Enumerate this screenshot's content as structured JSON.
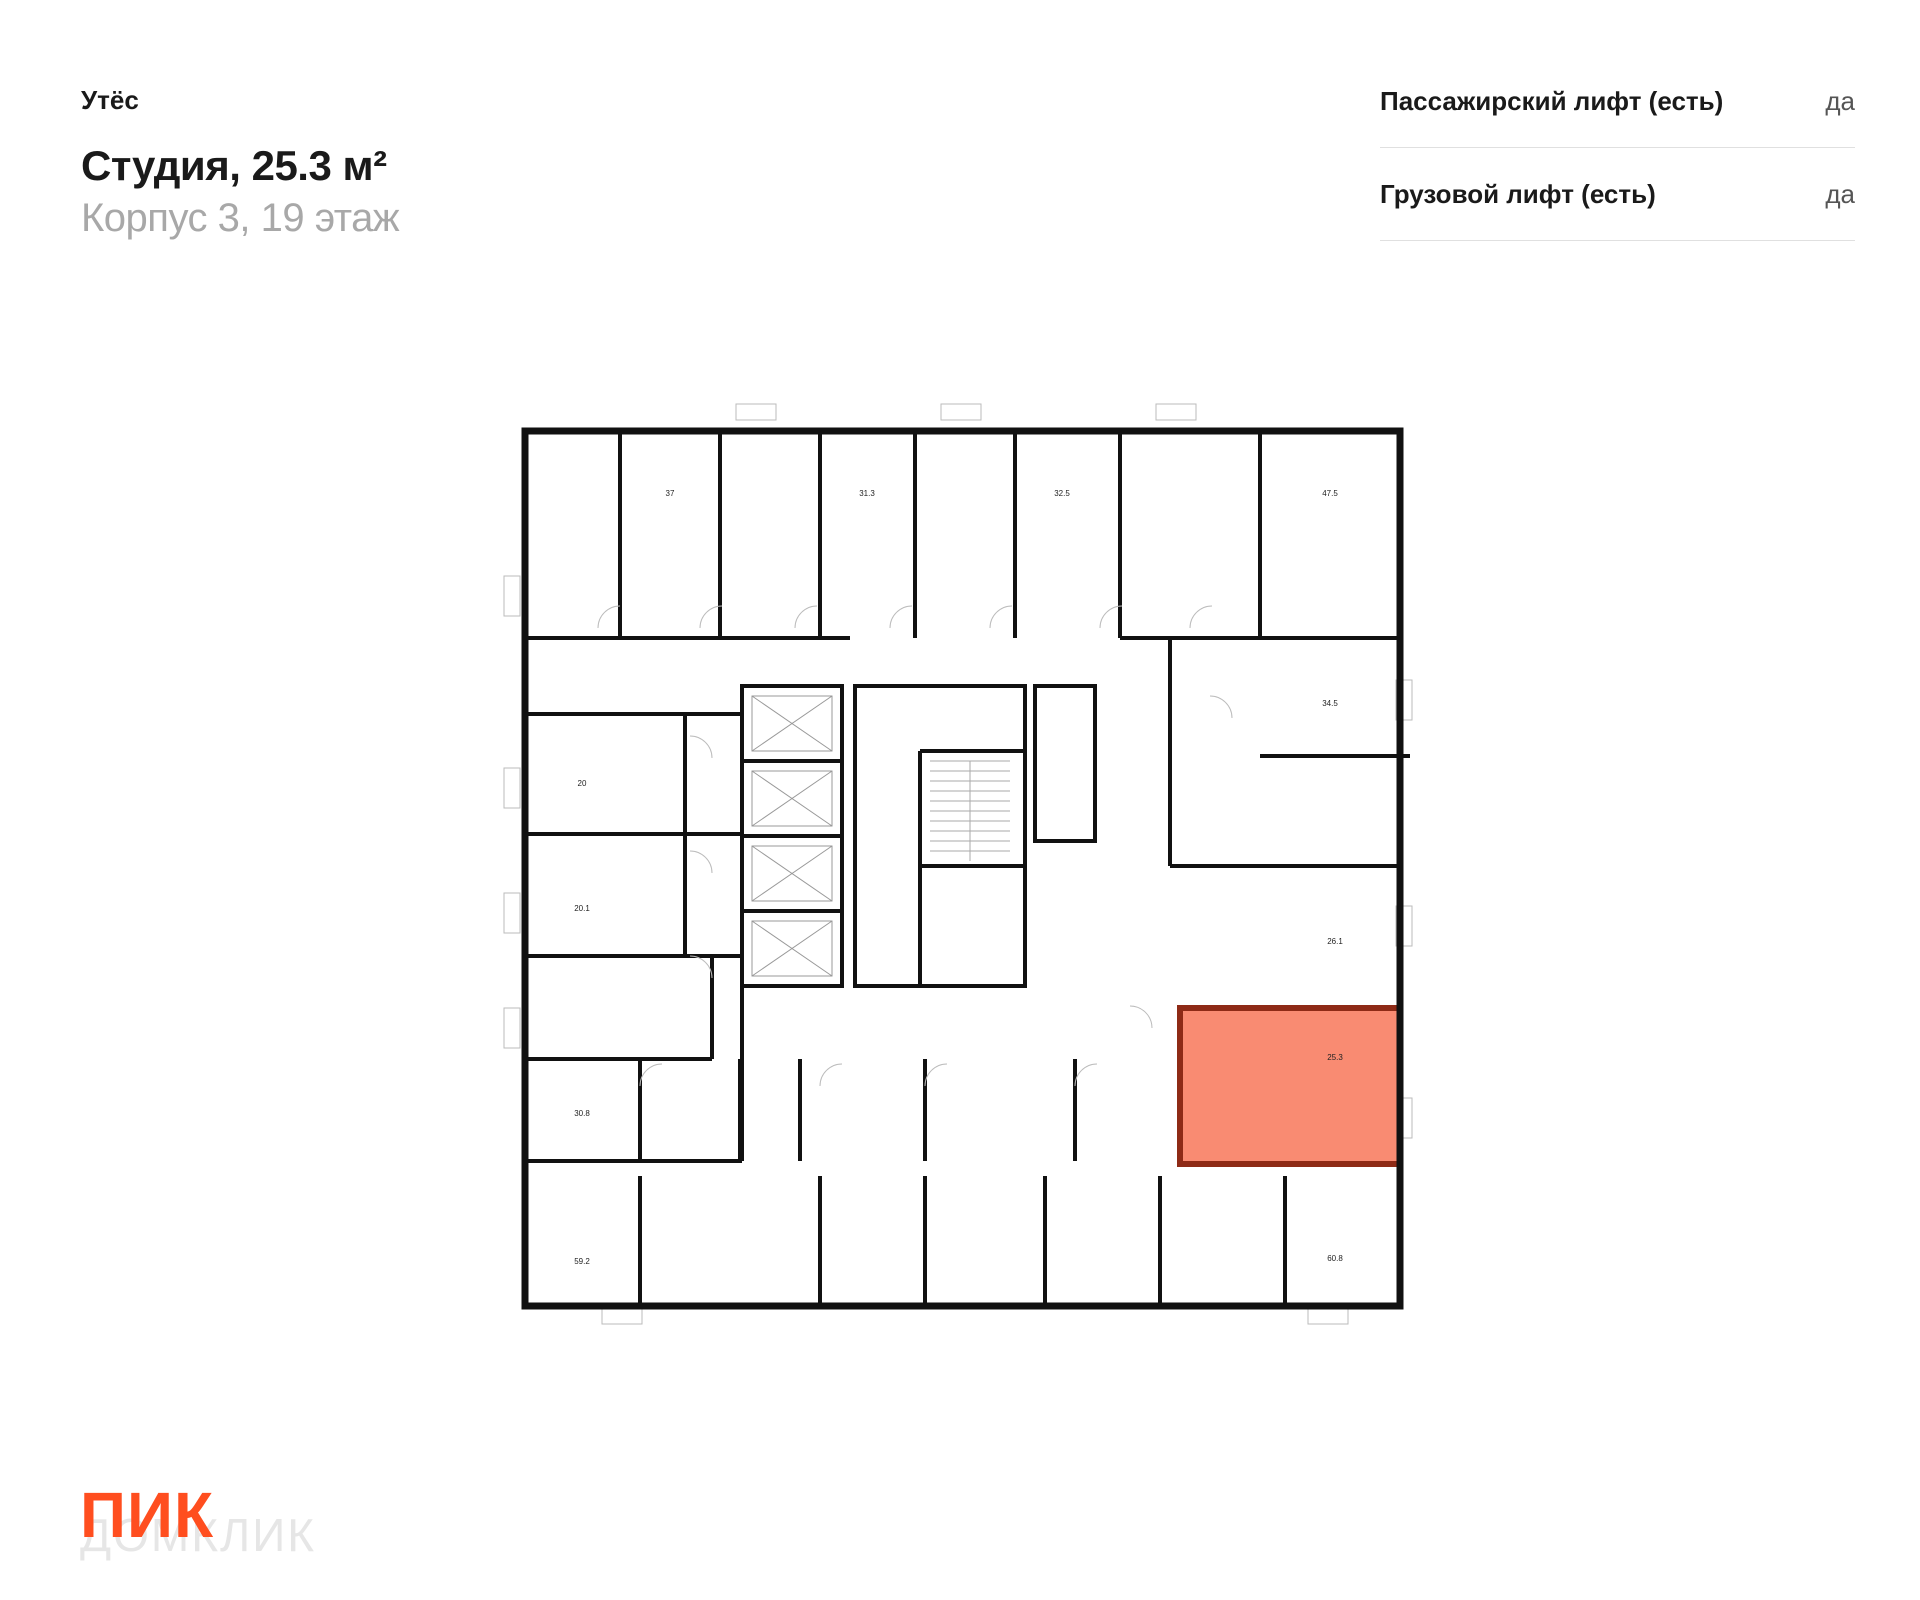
{
  "header": {
    "project": "Утёс",
    "title": "Студия, 25.3 м²",
    "subtitle": "Корпус 3, 19 этаж"
  },
  "features": [
    {
      "label": "Пассажирский лифт (есть)",
      "value": "да"
    },
    {
      "label": "Грузовой лифт (есть)",
      "value": "да"
    }
  ],
  "plan": {
    "highlight_color": "#f98b72",
    "highlight_border": "#8e2a16",
    "apartment_areas": [
      "37",
      "31.3",
      "32.5",
      "47.5",
      "34.5",
      "20",
      "20.1",
      "26.1",
      "25.3",
      "30.8",
      "59.2",
      "60.8"
    ],
    "selected_area": "25.3"
  },
  "logo": {
    "brand": "ПИК",
    "watermark": "ДОМКЛИК",
    "brand_color": "#ff4e1f"
  }
}
